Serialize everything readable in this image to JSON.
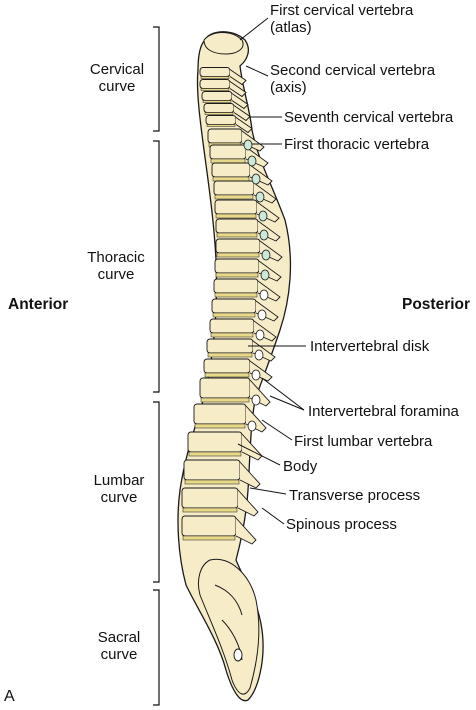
{
  "regions": {
    "cervical": [
      "Cervical",
      "curve"
    ],
    "thoracic": [
      "Thoracic",
      "curve"
    ],
    "lumbar": [
      "Lumbar",
      "curve"
    ],
    "sacral": [
      "Sacral",
      "curve"
    ]
  },
  "directions": {
    "anterior": "Anterior",
    "posterior": "Posterior"
  },
  "labels": {
    "atlas": [
      "First cervical vertebra",
      "(atlas)"
    ],
    "axis": [
      "Second cervical vertebra",
      "(axis)"
    ],
    "seventh_cervical": "Seventh cervical vertebra",
    "first_thoracic": "First thoracic vertebra",
    "intervertebral_disk": "Intervertebral disk",
    "intervertebral_foramina": "Intervertebral foramina",
    "first_lumbar": "First lumbar vertebra",
    "body": "Body",
    "transverse_process": "Transverse process",
    "spinous_process": "Spinous process"
  },
  "panel_letter": "A",
  "colors": {
    "bone": "#f6ecc8",
    "disk": "#e8d98a",
    "foramen": "#cde8d8",
    "outline": "#1a1a1a"
  }
}
